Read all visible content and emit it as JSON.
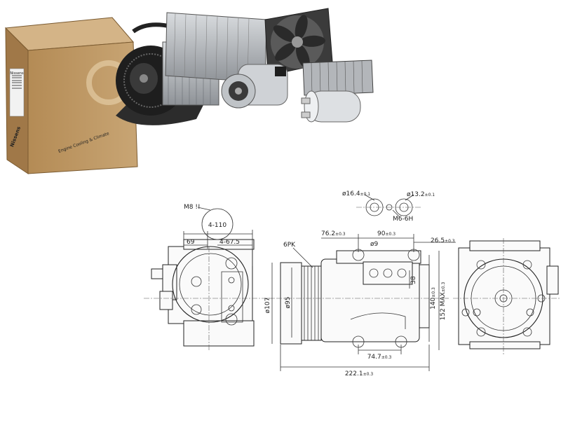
{
  "brand": {
    "name": "Nissens",
    "box_tagline": "Engine Cooling & Climate",
    "box_color": "#b8905a",
    "accent": "#1a4d9e"
  },
  "photo_items": [
    {
      "name": "blower-fan"
    },
    {
      "name": "evaporator"
    },
    {
      "name": "condenser"
    },
    {
      "name": "radiator-fan"
    },
    {
      "name": "ac-compressor"
    },
    {
      "name": "heater-core"
    },
    {
      "name": "receiver-drier"
    }
  ],
  "dimensions": {
    "thread_note": "M8",
    "thread_marks": "!!",
    "bolt_pattern": "4-110",
    "bolt_offset": "69",
    "bolt_spacing": "4-67.5",
    "pulley_type": "6PK",
    "port_left": "ø16.4",
    "port_left_tol": "±0.1",
    "port_right": "ø13.2",
    "port_right_tol": "±0.1",
    "port_thread": "M6-6H",
    "port_spacing": "76.2",
    "port_spacing_tol": "±0.3",
    "mount_top": "90",
    "mount_top_tol": "±0.3",
    "mount_hole": "ø9",
    "mount_side": "26.5",
    "mount_side_tol": "±0.3",
    "pulley_outer": "ø107",
    "pulley_inner": "ø95",
    "mount_height": "140",
    "mount_height_tol": "±0.3",
    "max_height": "152 MAX",
    "max_height_tol": "±0.3",
    "small_height": "38",
    "mount_bottom": "74.7",
    "mount_bottom_tol": "±0.3",
    "overall_length": "222.1",
    "overall_length_tol": "±0.3"
  }
}
